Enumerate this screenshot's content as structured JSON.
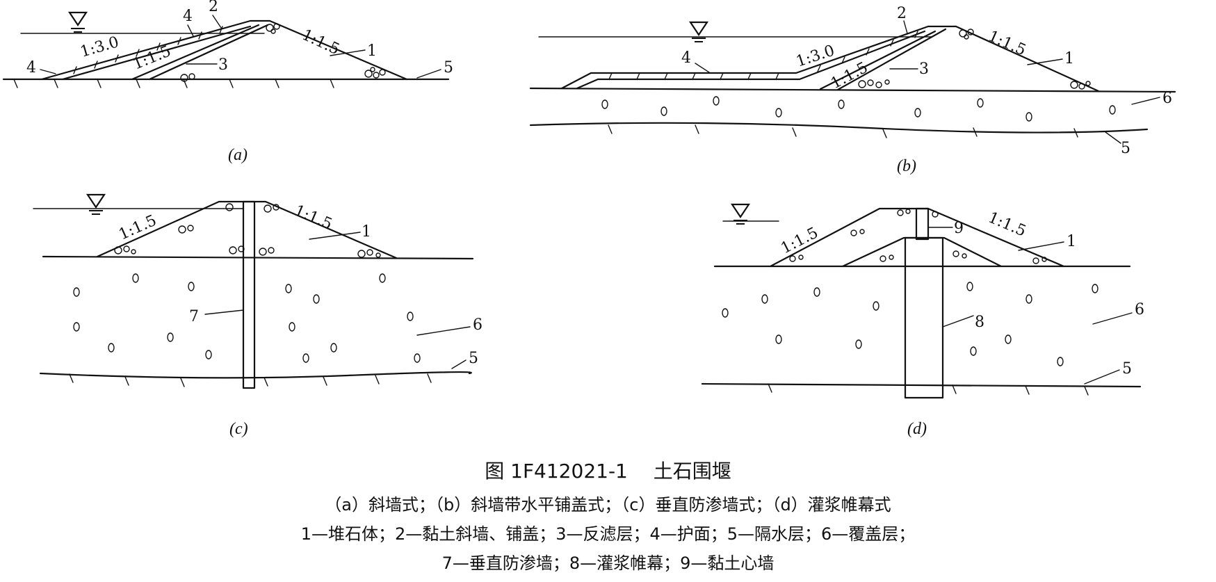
{
  "figure": {
    "title": "图 1F412021-1　 土石围堰",
    "legend_line1": "（a）斜墙式；（b）斜墙带水平铺盖式；（c）垂直防渗墙式；（d）灌浆帷幕式",
    "legend_line2": "1—堆石体；2—黏土斜墙、铺盖；3—反滤层；4—护面；5—隔水层；6—覆盖层；",
    "legend_line3": "7—垂直防渗墙；8—灌浆帷幕；9—黏土心墙"
  },
  "panels": {
    "a": {
      "caption": "(a)",
      "slope_upstream": "1:3.0",
      "slope_filter": "1:1.5",
      "slope_downstream": "1:1.5",
      "labels": [
        "1",
        "2",
        "3",
        "4",
        "4",
        "5"
      ]
    },
    "b": {
      "caption": "(b)",
      "slope_upstream": "1:3.0",
      "slope_filter": "1:1.5",
      "slope_downstream": "1:1.5",
      "labels": [
        "1",
        "2",
        "3",
        "4",
        "5",
        "6"
      ]
    },
    "c": {
      "caption": "(c)",
      "slope_upstream": "1:1.5",
      "slope_downstream": "1:1.5",
      "labels": [
        "1",
        "5",
        "6",
        "7"
      ]
    },
    "d": {
      "caption": "(d)",
      "slope_upstream": "1:1.5",
      "slope_downstream": "1:1.5",
      "labels": [
        "1",
        "5",
        "6",
        "8",
        "9"
      ]
    }
  }
}
